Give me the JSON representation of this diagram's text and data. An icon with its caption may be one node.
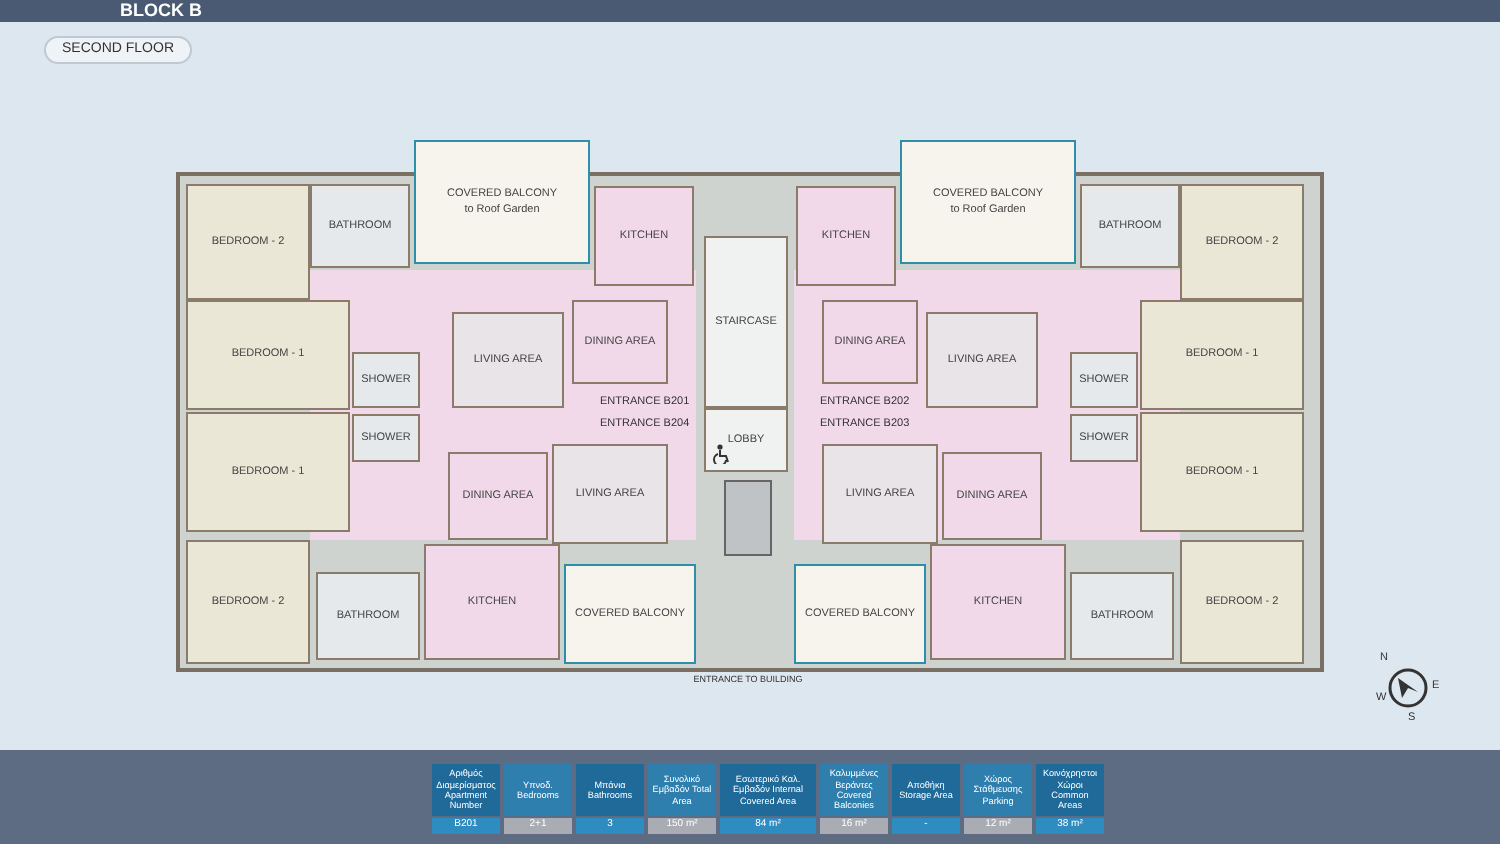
{
  "diagram": {
    "title": "BLOCK B",
    "nodes": [
      {
        "text": [
          "COVERED BALCONY",
          "to Roof Garden"
        ]
      },
      {
        "text": [
          "KITCHEN"
        ]
      },
      {
        "text": [
          "BATHROOM"
        ]
      },
      {
        "text": [
          "BEDROOM - 2"
        ]
      },
      {
        "text": [
          "BEDROOM - 1"
        ]
      },
      {
        "text": [
          "SHOWER"
        ]
      },
      {
        "text": [
          "LIVING AREA"
        ]
      },
      {
        "text": [
          "DINING AREA"
        ]
      },
      {
        "text": [
          "STAIRCASE"
        ]
      },
      {
        "text": [
          "LOBBY"
        ]
      },
      {
        "text": [
          "COVERED BALCONY",
          "to Roof Garden"
        ]
      },
      {
        "text": [
          "KITCHEN"
        ]
      },
      {
        "text": [
          "BATHROOM"
        ]
      },
      {
        "text": [
          "BEDROOM - 2"
        ]
      },
      {
        "text": [
          "BEDROOM - 1"
        ]
      },
      {
        "text": [
          "SHOWER"
        ]
      },
      {
        "text": [
          "LIVING AREA"
        ]
      },
      {
        "text": [
          "DINING AREA"
        ]
      },
      {
        "text": [
          "COVERED BALCONY"
        ]
      },
      {
        "text": [
          "KITCHEN"
        ]
      },
      {
        "text": [
          "BATHROOM"
        ]
      },
      {
        "text": [
          "BEDROOM - 2"
        ]
      },
      {
        "text": [
          "BEDROOM - 1"
        ]
      },
      {
        "text": [
          "SHOWER"
        ]
      },
      {
        "text": [
          "LIVING AREA"
        ]
      },
      {
        "text": [
          "DINING AREA"
        ]
      },
      {
        "text": [
          "COVERED BALCONY"
        ]
      },
      {
        "text": [
          "KITCHEN"
        ]
      },
      {
        "text": [
          "BATHROOM"
        ]
      },
      {
        "text": [
          "BEDROOM - 2"
        ]
      },
      {
        "text": [
          "BEDROOM - 1"
        ]
      },
      {
        "text": [
          "SHOWER"
        ]
      },
      {
        "text": [
          "LIVING AREA"
        ]
      },
      {
        "text": [
          "DINING AREA"
        ]
      }
    ],
    "labels": [
      "SECOND FLOOR",
      "ENTRANCE B201",
      "ENTRANCE B202",
      "ENTRANCE B204",
      "ENTRANCE B203",
      "ENTRANCE TO BUILDING",
      "N",
      "E",
      "S",
      "W",
      "Αριθμός Διαμερίσματος Apartment Number",
      "Υπνοδ. Bedrooms",
      "Μπάνια Bathrooms",
      "Συνολικό Εμβαδόν Total Area",
      "Εσωτερικό Καλ. Εμβαδόν Internal Covered Area",
      "Καλυμμένες Βεράντες Covered Balconies",
      "Αποθήκη Storage Area",
      "Χώρος Στάθμευσης Parking",
      "Κοινόχρηστοι Χώροι Common Areas",
      "B201",
      "2+1",
      "3",
      "150 m²",
      "84 m²",
      "16 m²",
      "-",
      "12 m²",
      "38 m²"
    ]
  }
}
